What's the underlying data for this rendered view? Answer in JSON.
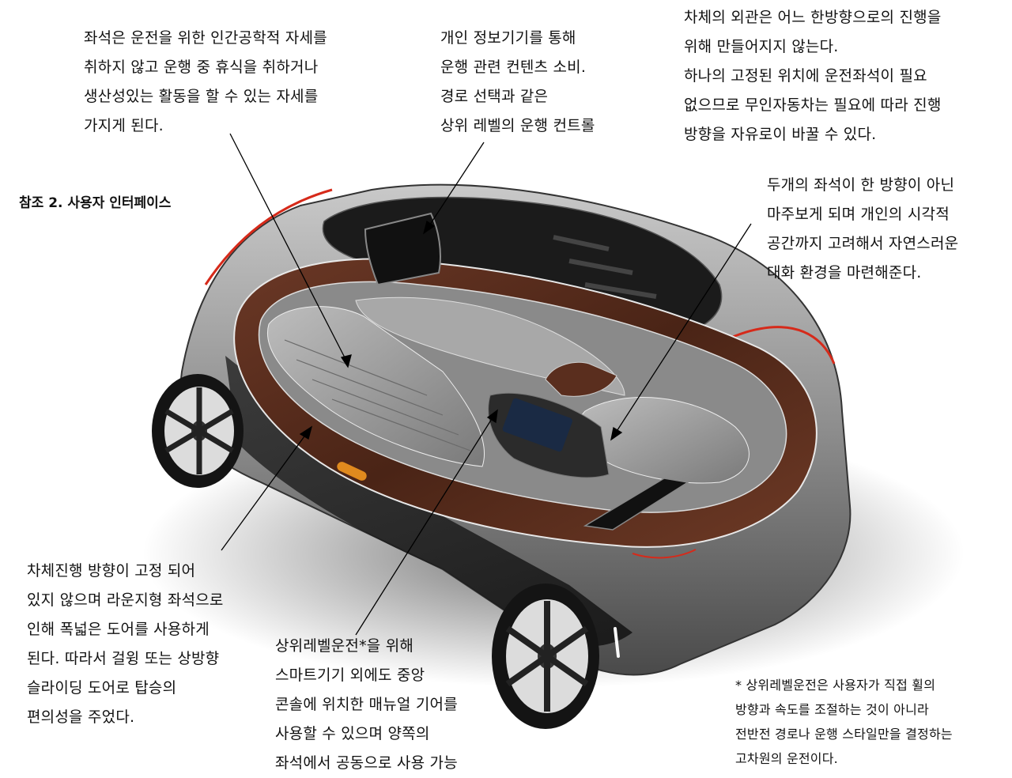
{
  "heading": "참조 2. 사용자 인터페이스",
  "annotations": {
    "seat_posture": [
      "좌석은 운전을 위한 인간공학적 자세를",
      "취하지 않고 운행 중 휴식을 취하거나",
      "생산성있는 활동을 할 수 있는 자세를",
      "가지게 된다."
    ],
    "personal_device": [
      "개인 정보기기를 통해",
      "운행 관련 컨텐츠 소비.",
      "경로 선택과 같은",
      "상위 레벨의 운행 컨트롤"
    ],
    "exterior": [
      "차체의 외관은 어느 한방향으로의 진행을",
      "위해 만들어지지 않는다.",
      "하나의 고정된 위치에 운전좌석이 필요",
      "없으므로 무인자동차는 필요에 따라 진행",
      "방향을 자유로이 바꿀 수 있다."
    ],
    "facing_seats": [
      "두개의 좌석이 한 방향이 아닌",
      "마주보게 되며 개인의 시각적",
      "공간까지 고려해서 자연스러운",
      "대화 환경을 마련해준다."
    ],
    "door": [
      "차체진행 방향이 고정 되어",
      "있지 않으며 라운지형 좌석으로",
      "인해 폭넓은 도어를 사용하게",
      "된다. 따라서 걸윙 또는 상방향",
      "슬라이딩 도어로 탑승의",
      "편의성을 주었다."
    ],
    "console": [
      "상위레벨운전*을 위해",
      "스마트기기 외에도 중앙",
      "콘솔에 위치한 매뉴얼 기어를",
      "사용할 수 있으며 양쪽의",
      "좌석에서 공동으로 사용 가능"
    ],
    "footnote": [
      "* 상위레벨운전은 사용자가 직접 휠의",
      "방향과 속도를 조절하는 것이 아니라",
      "전반전 경로나 운행 스타일만을 결정하는",
      "고차원의 운전이다."
    ]
  },
  "colors": {
    "body_silver": "#9a9a9a",
    "body_dark": "#3a3a3a",
    "wood": "#5a2e1e",
    "accent_red": "#d62a1a",
    "door_handle": "#e08a1e"
  }
}
